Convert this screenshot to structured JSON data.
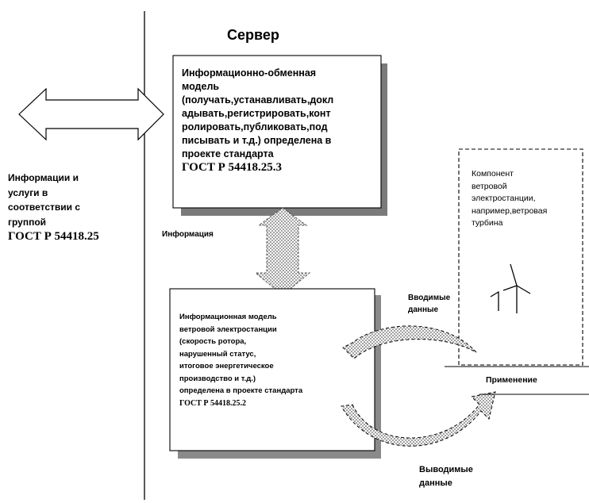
{
  "server": {
    "title": "Сервер"
  },
  "left": {
    "lines": [
      "Информации и",
      "услуги в",
      "соответствии с",
      "группой"
    ],
    "standard": "ГОСТ Р 54418.25"
  },
  "box1": {
    "lines": [
      "Информационно-обменная",
      "модель",
      "(получать,устанавливать,докл",
      "адывать,регистрировать,конт",
      "ролировать,публиковать,под",
      "писывать и т.д.) определена в",
      "проекте стандарта"
    ],
    "standard": "ГОСТ Р 54418.25.3"
  },
  "info_label": "Информация",
  "box2": {
    "lines": [
      "Информационная модель",
      "ветровой электростанции",
      "(скорость ротора,",
      "нарушенный статус,",
      "итоговое энергетическое",
      "производство и т.д.)",
      "определена в проекте стандарта"
    ],
    "standard": "ГОСТ Р 54418.25.2"
  },
  "component": {
    "lines": [
      "Компонент",
      "ветровой",
      "электростанции,",
      "например,ветровая",
      "турбина"
    ]
  },
  "input_label": [
    "Вводимые",
    "данные"
  ],
  "output_label": [
    "Выводимые",
    "данные"
  ],
  "application_label": "Применение"
}
